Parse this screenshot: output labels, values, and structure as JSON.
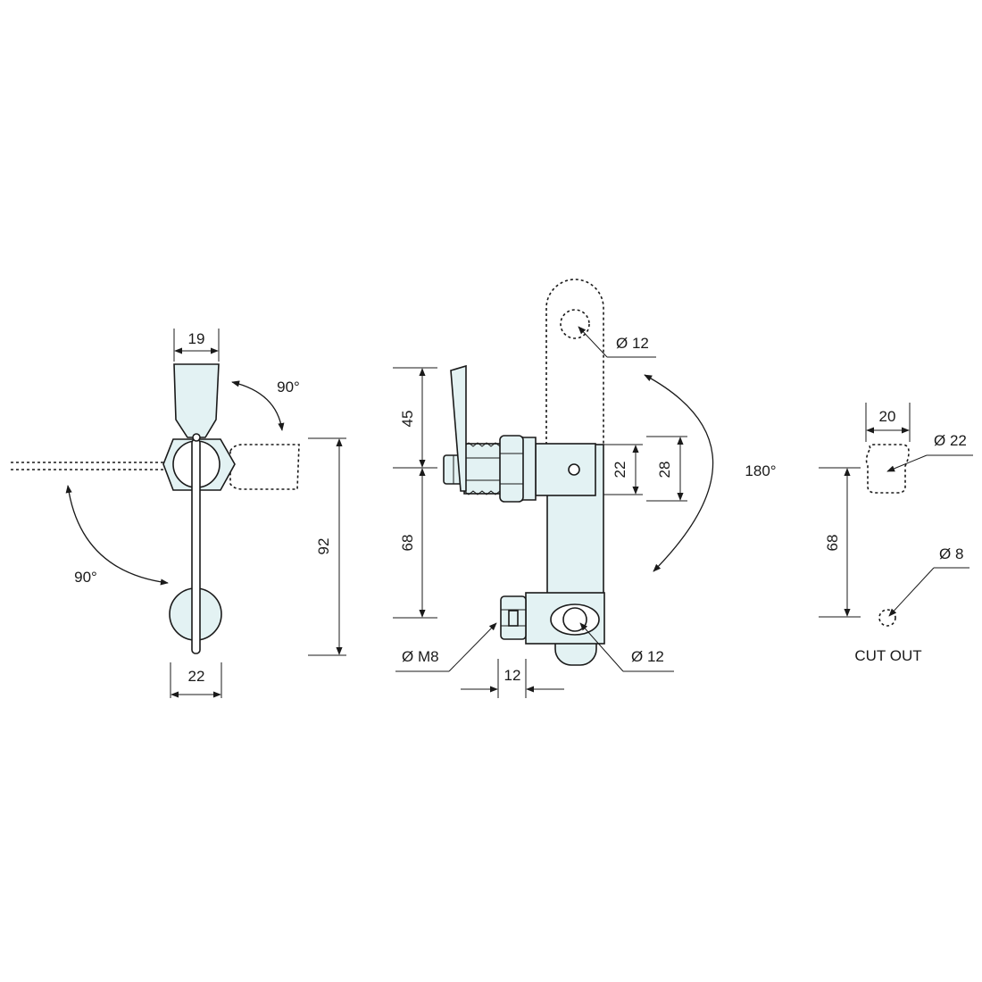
{
  "left_view": {
    "dim_top_width": "19",
    "dim_bottom_width": "22",
    "dim_height": "92",
    "angle_top": "90°",
    "angle_left": "90°"
  },
  "center_view": {
    "dim_upper": "45",
    "dim_lower": "68",
    "dim_inner_a": "22",
    "dim_inner_b": "28",
    "dim_hole_top": "Ø 12",
    "dim_hole_bottom": "Ø 12",
    "dim_bolt": "Ø M8",
    "dim_offset": "12",
    "angle_rotation": "180°"
  },
  "cutout_view": {
    "dim_width": "20",
    "dim_hole_large": "Ø 22",
    "dim_hole_small": "Ø 8",
    "dim_spacing": "68",
    "caption": "CUT OUT"
  }
}
